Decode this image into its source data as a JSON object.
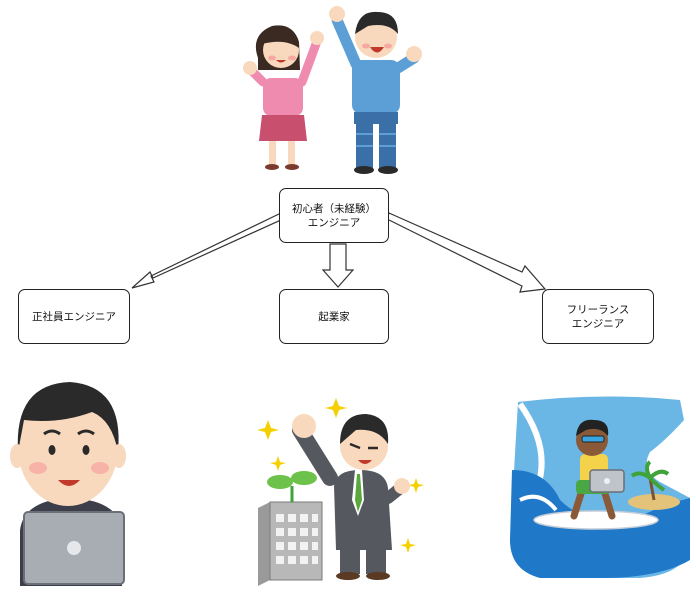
{
  "nodes": {
    "root": {
      "line1": "初心者（未経験）",
      "line2": "エンジニア"
    },
    "employee": {
      "label": "正社員エンジニア"
    },
    "founder": {
      "label": "起業家"
    },
    "freelance": {
      "line1": "フリーランス",
      "line2": "エンジニア"
    }
  },
  "illustrations": {
    "couple": "cheering-couple-illustration",
    "employee": "office-worker-laptop-illustration",
    "founder": "businessman-sprout-illustration",
    "freelance": "surfer-laptop-illustration"
  }
}
